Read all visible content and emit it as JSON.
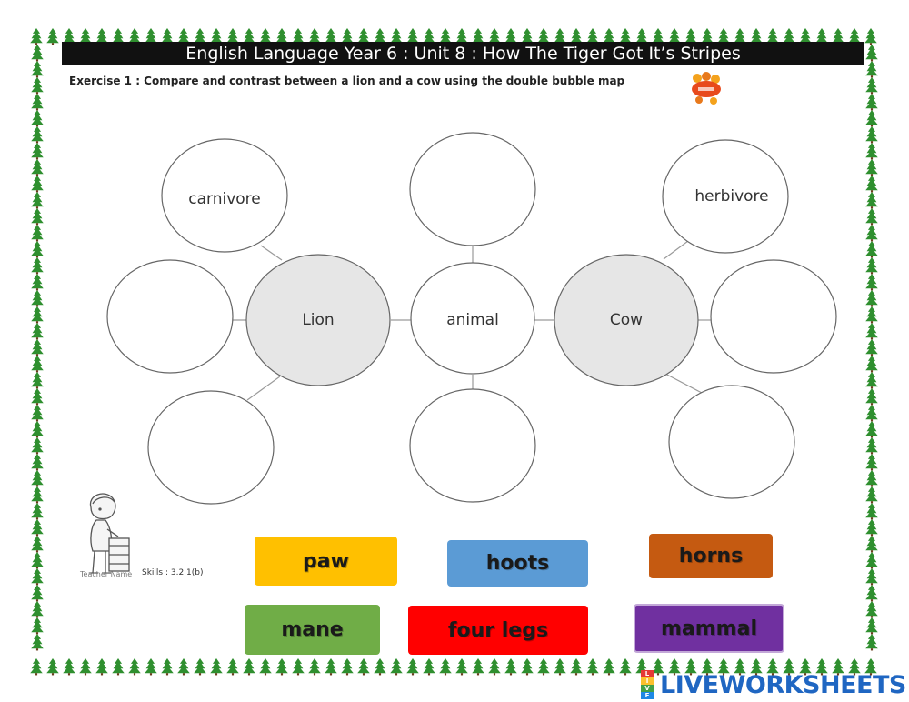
{
  "header": {
    "title": "English Language Year 6 : Unit 8 : How The Tiger Got It’s Stripes",
    "exercise": "Exercise 1 : Compare and contrast between a lion and a cow using the double bubble map"
  },
  "bubble_map": {
    "centers": {
      "left": "Lion",
      "middle": "animal",
      "right": "Cow"
    },
    "left_outer": [
      "carnivore",
      "",
      ""
    ],
    "shared": [
      "",
      "animal",
      ""
    ],
    "right_outer": [
      "herbivore",
      "",
      ""
    ],
    "center_color": "#e6e6e6",
    "line_color": "#9a9a9a"
  },
  "footer": {
    "teacher_name": "Teacher Name",
    "skills": "Skills : 3.2.1(b)"
  },
  "word_tiles": [
    {
      "label": "paw",
      "color": "#ffc000"
    },
    {
      "label": "hoots",
      "color": "#5b9bd5"
    },
    {
      "label": "horns",
      "color": "#c55a11"
    },
    {
      "label": "mane",
      "color": "#70ad47"
    },
    {
      "label": "four legs",
      "color": "#ff0000"
    },
    {
      "label": "mammal",
      "color": "#7030a0"
    }
  ],
  "brand": {
    "name": "LIVEWORKSHEETS",
    "badge_letters": [
      "L",
      "I",
      "V",
      "E"
    ]
  },
  "theme": {
    "border_tree_color": "#2f8f2f",
    "title_bar_color": "#111111"
  }
}
